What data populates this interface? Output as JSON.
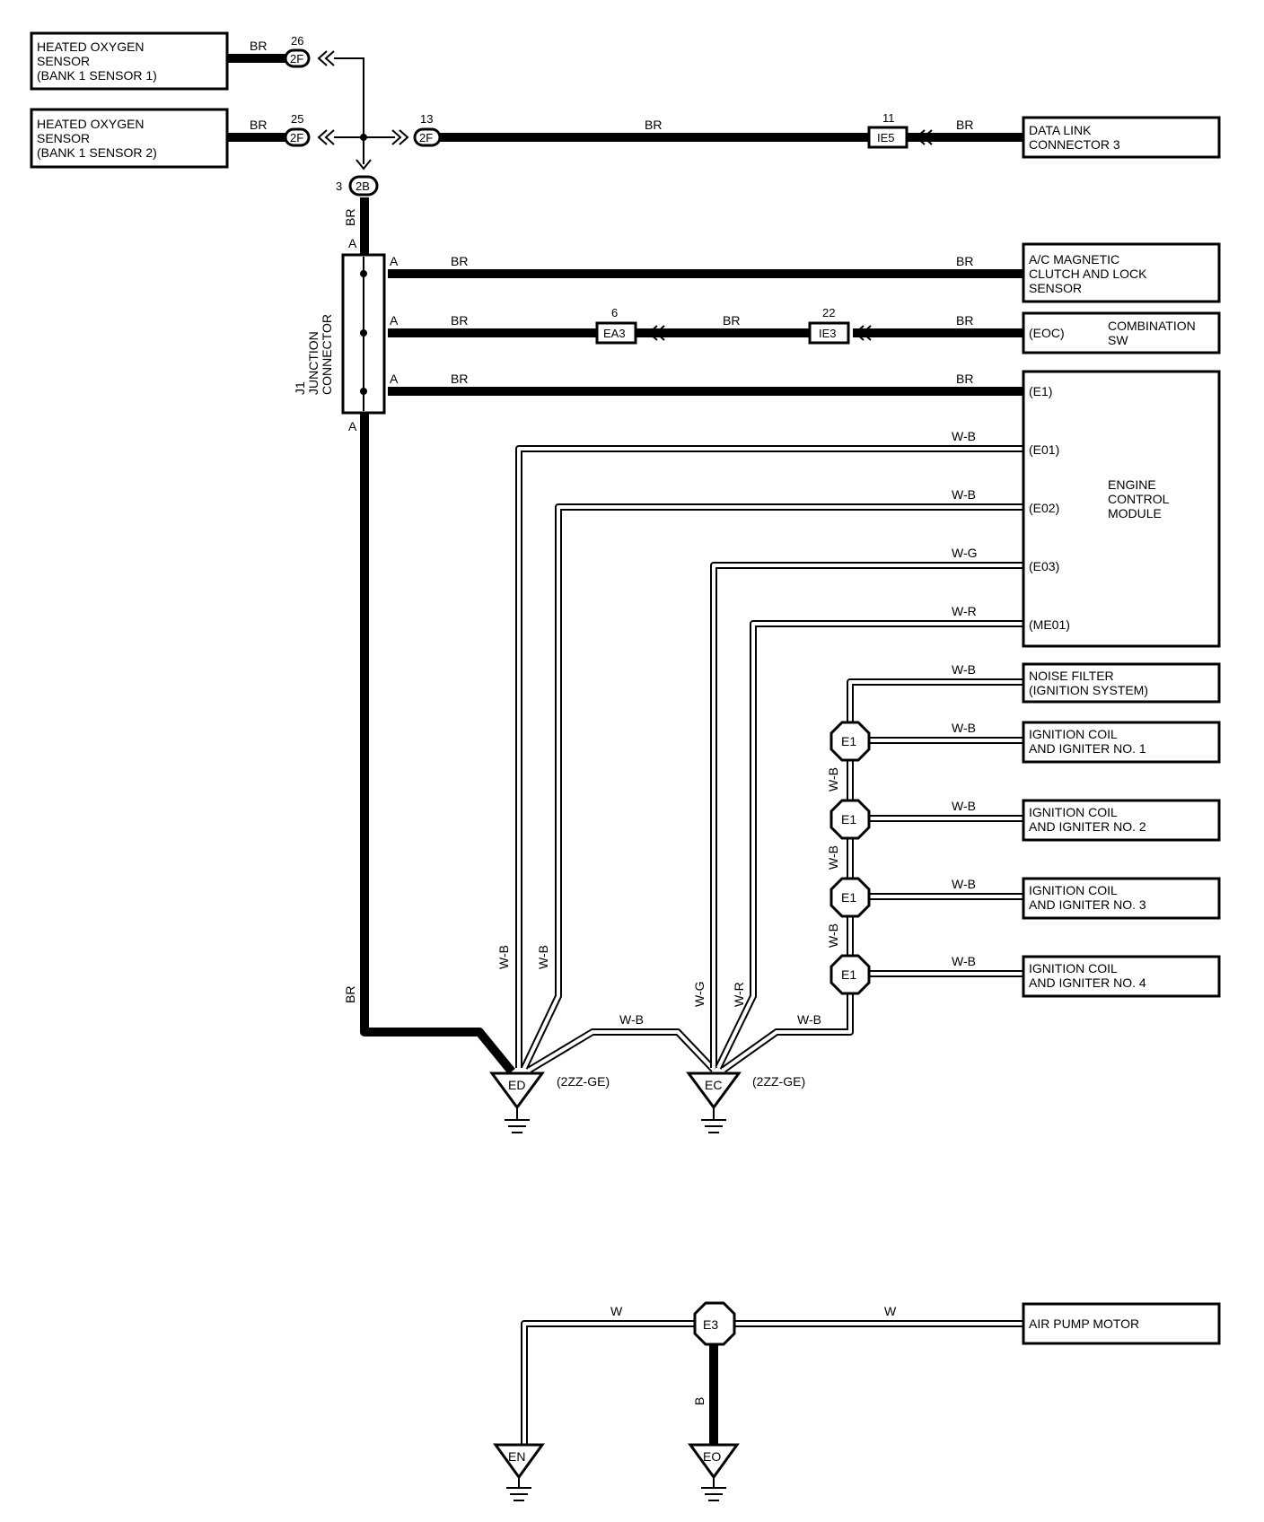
{
  "components": {
    "ho2s_b1s1": {
      "line1": "HEATED OXYGEN",
      "line2": "SENSOR",
      "line3": "(BANK 1 SENSOR 1)"
    },
    "ho2s_b1s2": {
      "line1": "HEATED OXYGEN",
      "line2": "SENSOR",
      "line3": "(BANK 1 SENSOR 2)"
    },
    "dlc3": {
      "line1": "DATA LINK",
      "line2": "CONNECTOR 3"
    },
    "ac_clutch": {
      "line1": "A/C MAGNETIC",
      "line2": "CLUTCH AND LOCK",
      "line3": "SENSOR"
    },
    "combo_sw": {
      "line1": "COMBINATION",
      "line2": "SW",
      "pin": "(EOC)"
    },
    "ecm": {
      "line1": "ENGINE",
      "line2": "CONTROL",
      "line3": "MODULE",
      "pins": [
        "(E1)",
        "(E01)",
        "(E02)",
        "(E03)",
        "(ME01)"
      ]
    },
    "noise_filter": {
      "line1": "NOISE FILTER",
      "line2": "(IGNITION SYSTEM)"
    },
    "coil1": {
      "line1": "IGNITION COIL",
      "line2": "AND IGNITER NO. 1"
    },
    "coil2": {
      "line1": "IGNITION COIL",
      "line2": "AND IGNITER NO. 2"
    },
    "coil3": {
      "line1": "IGNITION COIL",
      "line2": "AND IGNITER NO. 3"
    },
    "coil4": {
      "line1": "IGNITION COIL",
      "line2": "AND IGNITER NO. 4"
    },
    "air_pump": {
      "line1": "AIR PUMP MOTOR"
    },
    "junction": {
      "line1": "J1",
      "line2": "JUNCTION",
      "line3": "CONNECTOR"
    }
  },
  "connectors": {
    "c26": {
      "num": "26",
      "code": "2F"
    },
    "c25": {
      "num": "25",
      "code": "2F"
    },
    "c13": {
      "num": "13",
      "code": "2F"
    },
    "c11": {
      "num": "11",
      "code": "IE5"
    },
    "c3": {
      "num": "3",
      "code": "2B"
    },
    "c6": {
      "num": "6",
      "code": "EA3"
    },
    "c22": {
      "num": "22",
      "code": "IE3"
    },
    "e1": "E1",
    "e3": "E3"
  },
  "junction_pins": {
    "a": "A"
  },
  "wires": {
    "br": "BR",
    "wb": "W-B",
    "wg": "W-G",
    "wr": "W-R",
    "w": "W",
    "b": "B"
  },
  "grounds": {
    "ed": {
      "code": "ED",
      "note": "(2ZZ-GE)"
    },
    "ec": {
      "code": "EC",
      "note": "(2ZZ-GE)"
    },
    "en": {
      "code": "EN"
    },
    "eo": {
      "code": "EO"
    }
  }
}
